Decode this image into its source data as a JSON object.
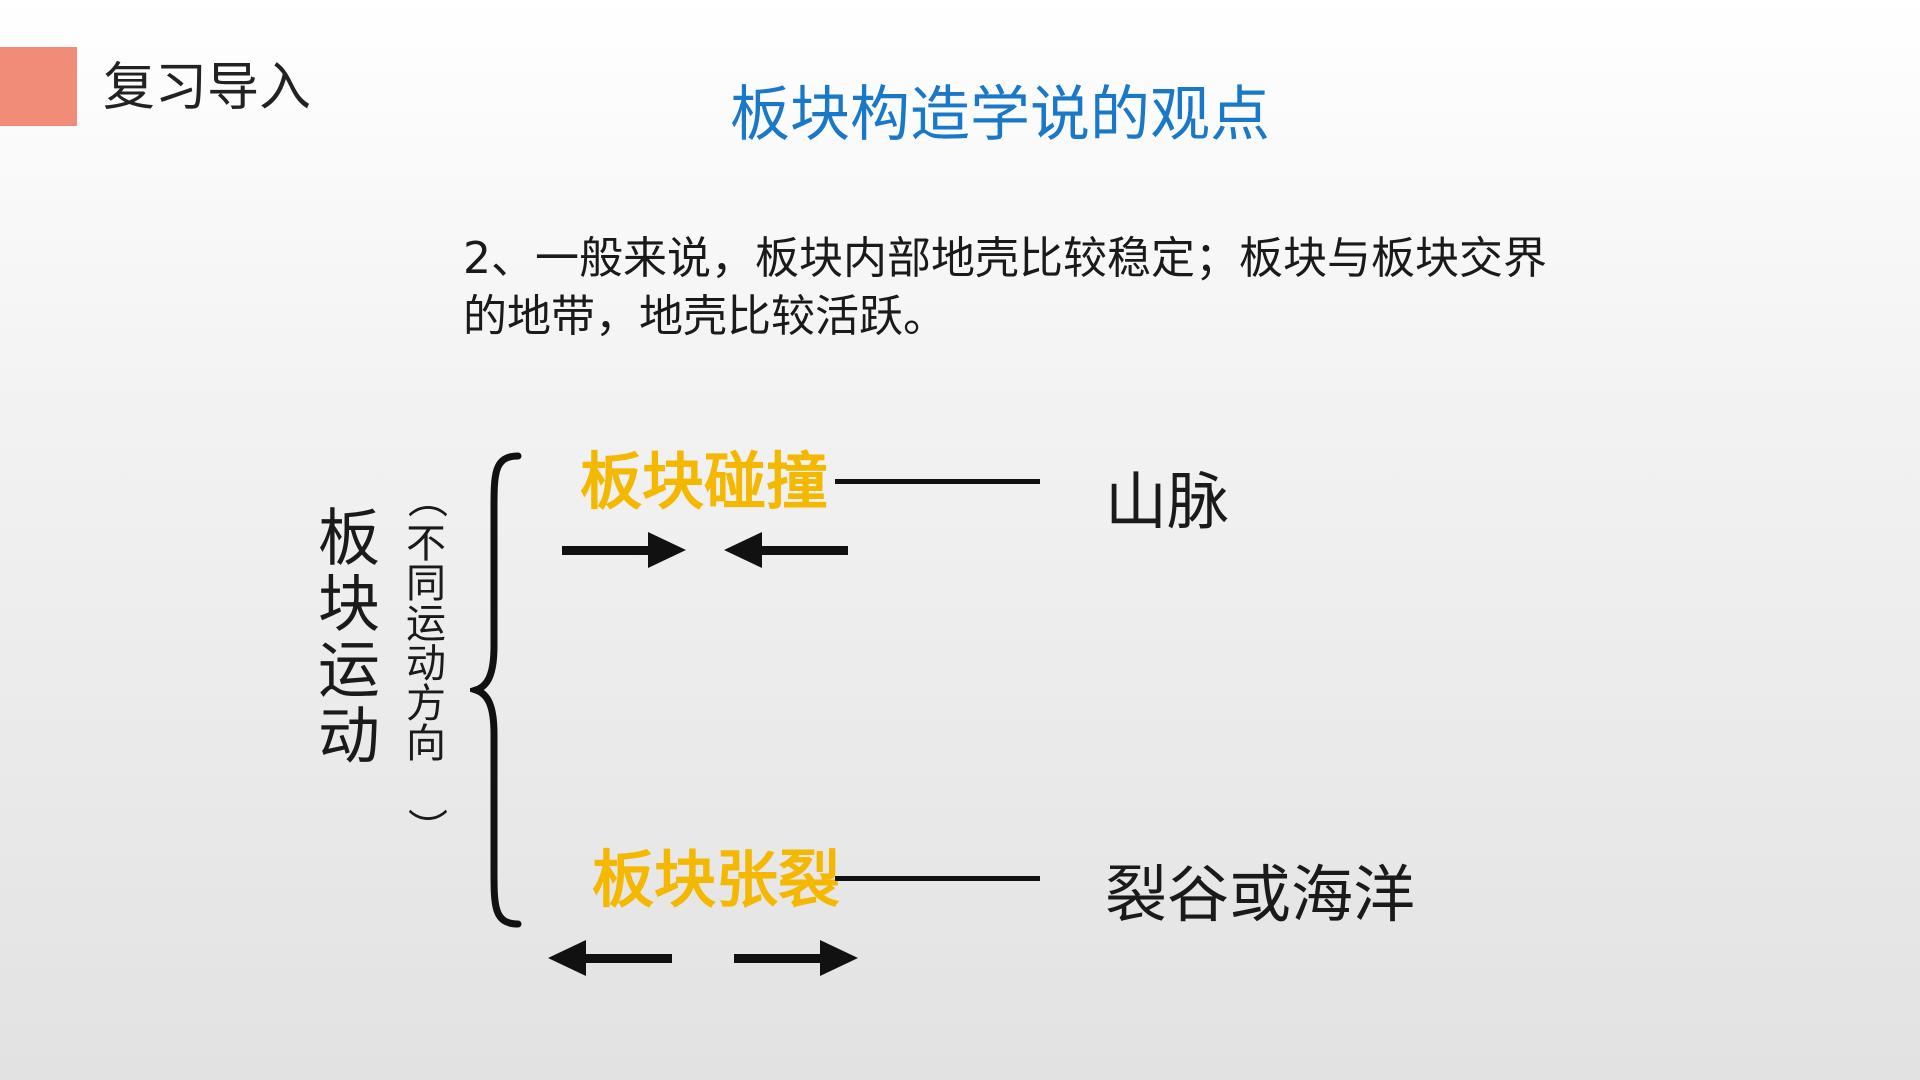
{
  "header": {
    "section_label": "复习导入",
    "accent_color": "#f08c78"
  },
  "slide": {
    "title": "板块构造学说的观点",
    "title_color": "#1a78c8",
    "statement_lines": [
      "2、一般来说，板块内部地壳比较稳定；板块与板块交界",
      "的地带，地壳比较活跃。"
    ]
  },
  "diagram": {
    "main_label": "板块运动",
    "sub_label": "不同运动方向",
    "paren_open": "（",
    "paren_close": "）",
    "process_color": "#f5b800",
    "processes": [
      {
        "label": "板块碰撞",
        "result": "山脉",
        "arrows": "converging"
      },
      {
        "label": "板块张裂",
        "result": "裂谷或海洋",
        "arrows": "diverging"
      }
    ]
  }
}
